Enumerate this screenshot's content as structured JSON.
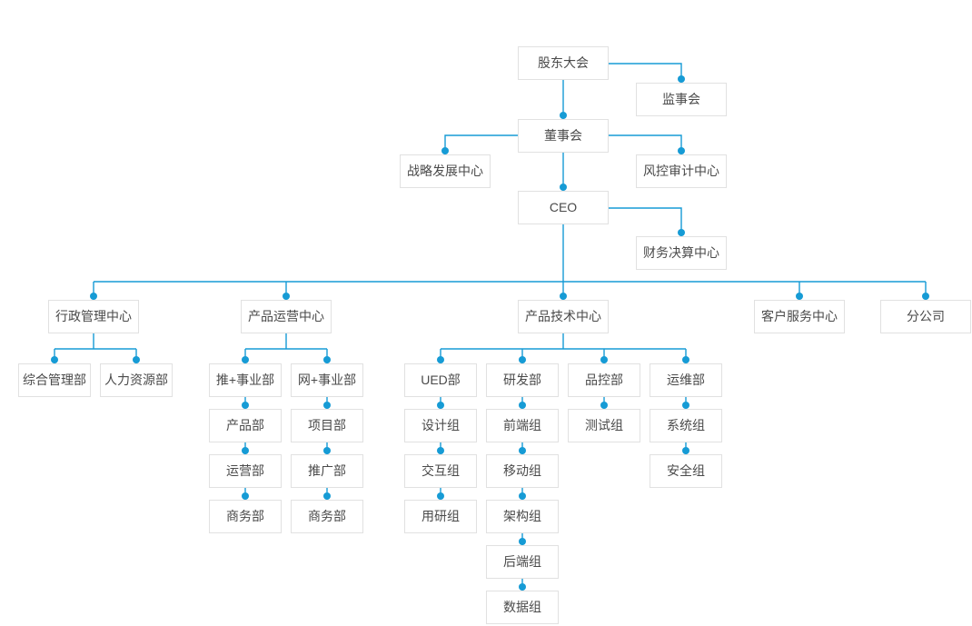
{
  "org": {
    "shareholders": "股东大会",
    "supervisory_board": "监事会",
    "board_of_directors": "董事会",
    "strategic_development_center": "战略发展中心",
    "risk_audit_center": "风控审计中心",
    "ceo": "CEO",
    "financial_settlement_center": "财务决算中心",
    "admin": {
      "label": "行政管理中心",
      "departments": [
        "综合管理部",
        "人力资源部"
      ]
    },
    "ops": {
      "label": "产品运营中心",
      "divisions": [
        {
          "label": "推+事业部",
          "departments": [
            "产品部",
            "运营部",
            "商务部"
          ]
        },
        {
          "label": "网+事业部",
          "departments": [
            "项目部",
            "推广部",
            "商务部"
          ]
        }
      ]
    },
    "tech": {
      "label": "产品技术中心",
      "departments": [
        {
          "label": "UED部",
          "groups": [
            "设计组",
            "交互组",
            "用研组"
          ]
        },
        {
          "label": "研发部",
          "groups": [
            "前端组",
            "移动组",
            "架构组",
            "后端组",
            "数据组"
          ]
        },
        {
          "label": "品控部",
          "groups": [
            "测试组"
          ]
        },
        {
          "label": "运维部",
          "groups": [
            "系统组",
            "安全组"
          ]
        }
      ]
    },
    "customer_service_center": "客户服务中心",
    "branch_company": "分公司"
  },
  "colors": {
    "connector": "#169bd5",
    "node_border": "#e1e1e1",
    "node_background": "#ffffff",
    "node_text": "#4a4a4a",
    "page_background": "#ffffff"
  }
}
